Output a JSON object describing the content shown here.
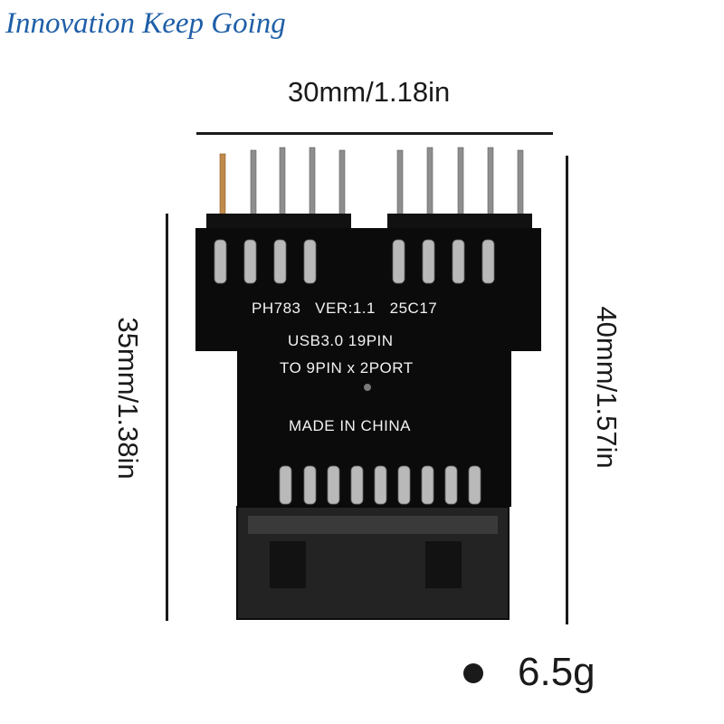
{
  "tagline": "Innovation Keep Going",
  "dimensions": {
    "width_label": "30mm/1.18in",
    "board_height_label": "35mm/1.38in",
    "total_height_label": "40mm/1.57in"
  },
  "board": {
    "model_line": "PH783   VER:1.1   25C17",
    "desc_line_1": "USB3.0 19PIN",
    "desc_line_2": "TO 9PIN x 2PORT",
    "origin_line": "MADE IN CHINA"
  },
  "weight": {
    "label": "6.5g"
  },
  "colors": {
    "tagline": "#1f5fa8",
    "board": "#0b0b0b",
    "pins": "#9a9a9a"
  }
}
